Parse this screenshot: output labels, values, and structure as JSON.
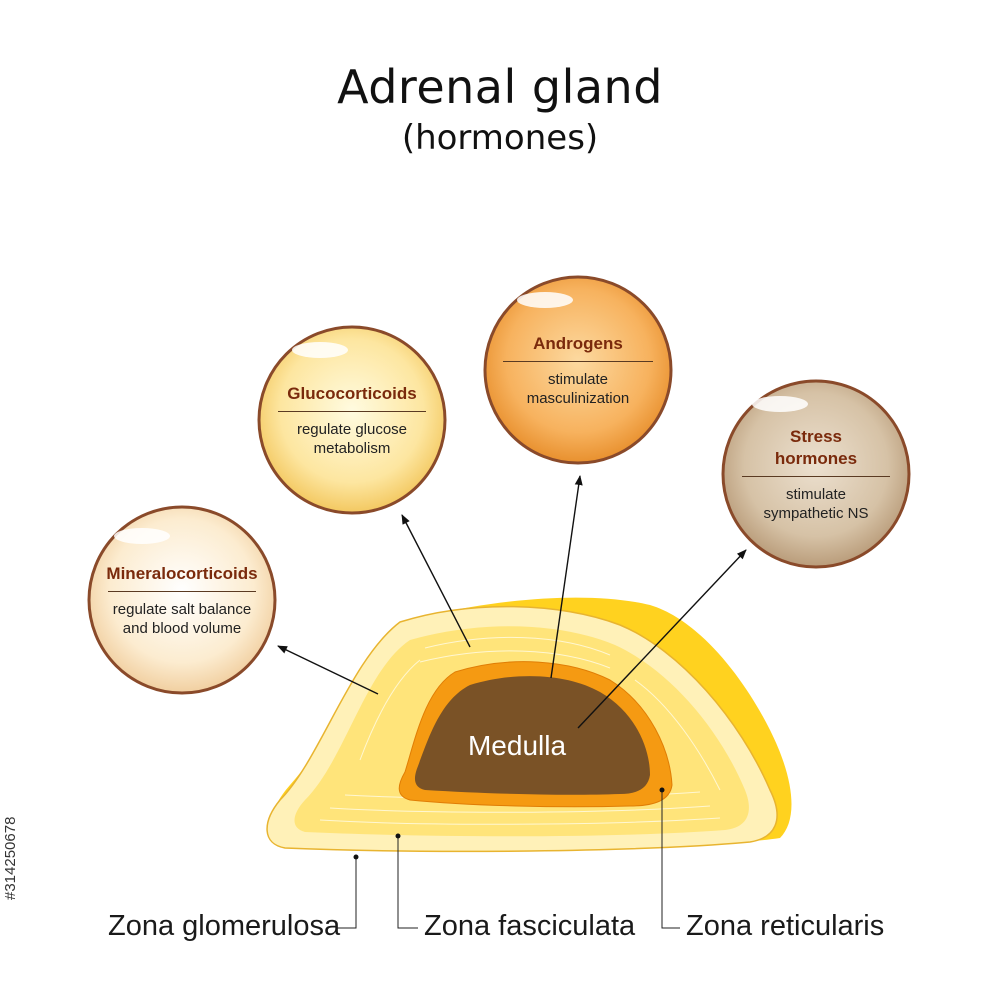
{
  "title": "Adrenal gland",
  "subtitle": "(hormones)",
  "bubbles": {
    "mineralocorticoids": {
      "name": "Mineralocorticoids",
      "line1": "regulate salt balance",
      "line2": "and blood volume",
      "fill": "#fdf1d8"
    },
    "glucocorticoids": {
      "name": "Glucocorticoids",
      "line1": "regulate glucose",
      "line2": "metabolism",
      "fill": "#fce7a0"
    },
    "androgens": {
      "name": "Androgens",
      "line1": "stimulate",
      "line2": "masculinization",
      "fill": "#f7b05a"
    },
    "stress": {
      "name1": "Stress",
      "name2": "hormones",
      "line1": "stimulate",
      "line2": "sympathetic NS",
      "fill": "#d5c0a3"
    }
  },
  "medulla_label": "Medulla",
  "zones": {
    "glomerulosa": "Zona glomerulosa",
    "fasciculata": "Zona fasciculata",
    "reticularis": "Zona reticularis"
  },
  "watermark_id": "#314250678",
  "colors": {
    "heading": "#7a2a0c",
    "bubble_border": "#8a4a2a",
    "capsule": "#ffd21f",
    "cortex": "#ffe680",
    "reticularis": "#f59a12",
    "medulla": "#7a5226"
  }
}
